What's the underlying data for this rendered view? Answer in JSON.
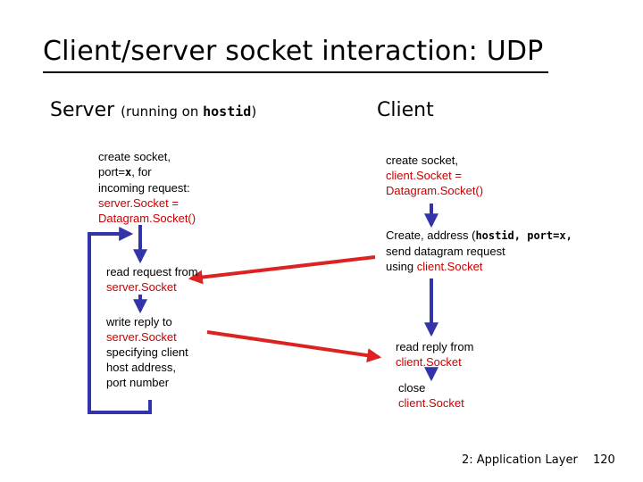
{
  "title": "Client/server socket interaction: UDP",
  "server_header": {
    "label": "Server",
    "paren_open": "(running on ",
    "host": "hostid",
    "paren_close": ")"
  },
  "client_header": {
    "label": "Client"
  },
  "server": {
    "create": {
      "line1": "create socket,",
      "line2_a": "port=",
      "line2_b": "x",
      "line2_c": ", for",
      "line3": "incoming request:",
      "line4": "server.Socket =",
      "line5": "Datagram.Socket()"
    },
    "read": {
      "line1": "read request from",
      "line2": "server.Socket"
    },
    "write": {
      "line1": "write reply to",
      "line2": "server.Socket",
      "line3": "specifying client",
      "line4": "host address,",
      "line5": "port number"
    }
  },
  "client": {
    "create": {
      "line1": "create socket,",
      "line2": "client.Socket =",
      "line3": "Datagram.Socket()"
    },
    "send": {
      "line1_a": "Create, address (",
      "line1_b": "hostid, port=x,",
      "line2": "send datagram request",
      "line3_a": "using ",
      "line3_b": "client.Socket"
    },
    "read": {
      "line1": "read reply from",
      "line2": "client.Socket"
    },
    "close": {
      "line1": "close",
      "line2": "client.Socket"
    }
  },
  "footer": {
    "section": "2: Application Layer",
    "page": "120"
  },
  "colors": {
    "arrow": "#3333aa",
    "message": "#dd2222",
    "highlight": "#cc0000"
  }
}
